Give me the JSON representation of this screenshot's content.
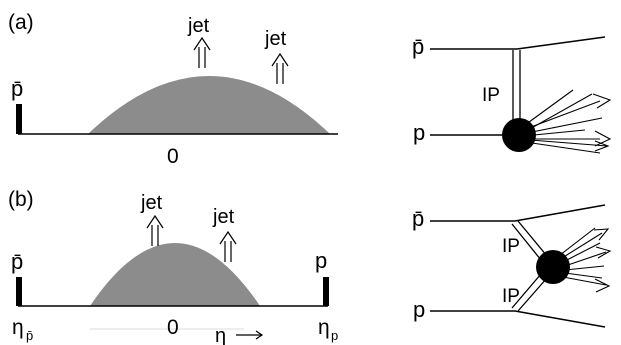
{
  "panel_a": {
    "label": "(a)",
    "pbar_label": "p̄",
    "jet1_label": "jet",
    "jet2_label": "jet",
    "zero_label": "0"
  },
  "panel_b": {
    "label": "(b)",
    "pbar_label": "p̄",
    "p_label": "p",
    "jet1_label": "jet",
    "jet2_label": "jet",
    "zero_label": "0",
    "eta_label": "η",
    "eta_pbar_label": "η",
    "eta_pbar_sub": "p̄",
    "eta_p_label": "η",
    "eta_p_sub": "p"
  },
  "diagram_a": {
    "pbar_label": "p̄",
    "p_label": "p",
    "pomeron_label": "IP"
  },
  "diagram_b": {
    "pbar_label": "p̄",
    "p_label": "p",
    "pomeron1_label": "IP",
    "pomeron2_label": "IP"
  },
  "colors": {
    "hump": "#8c8c8c",
    "line": "#000000",
    "blob": "#000000"
  }
}
